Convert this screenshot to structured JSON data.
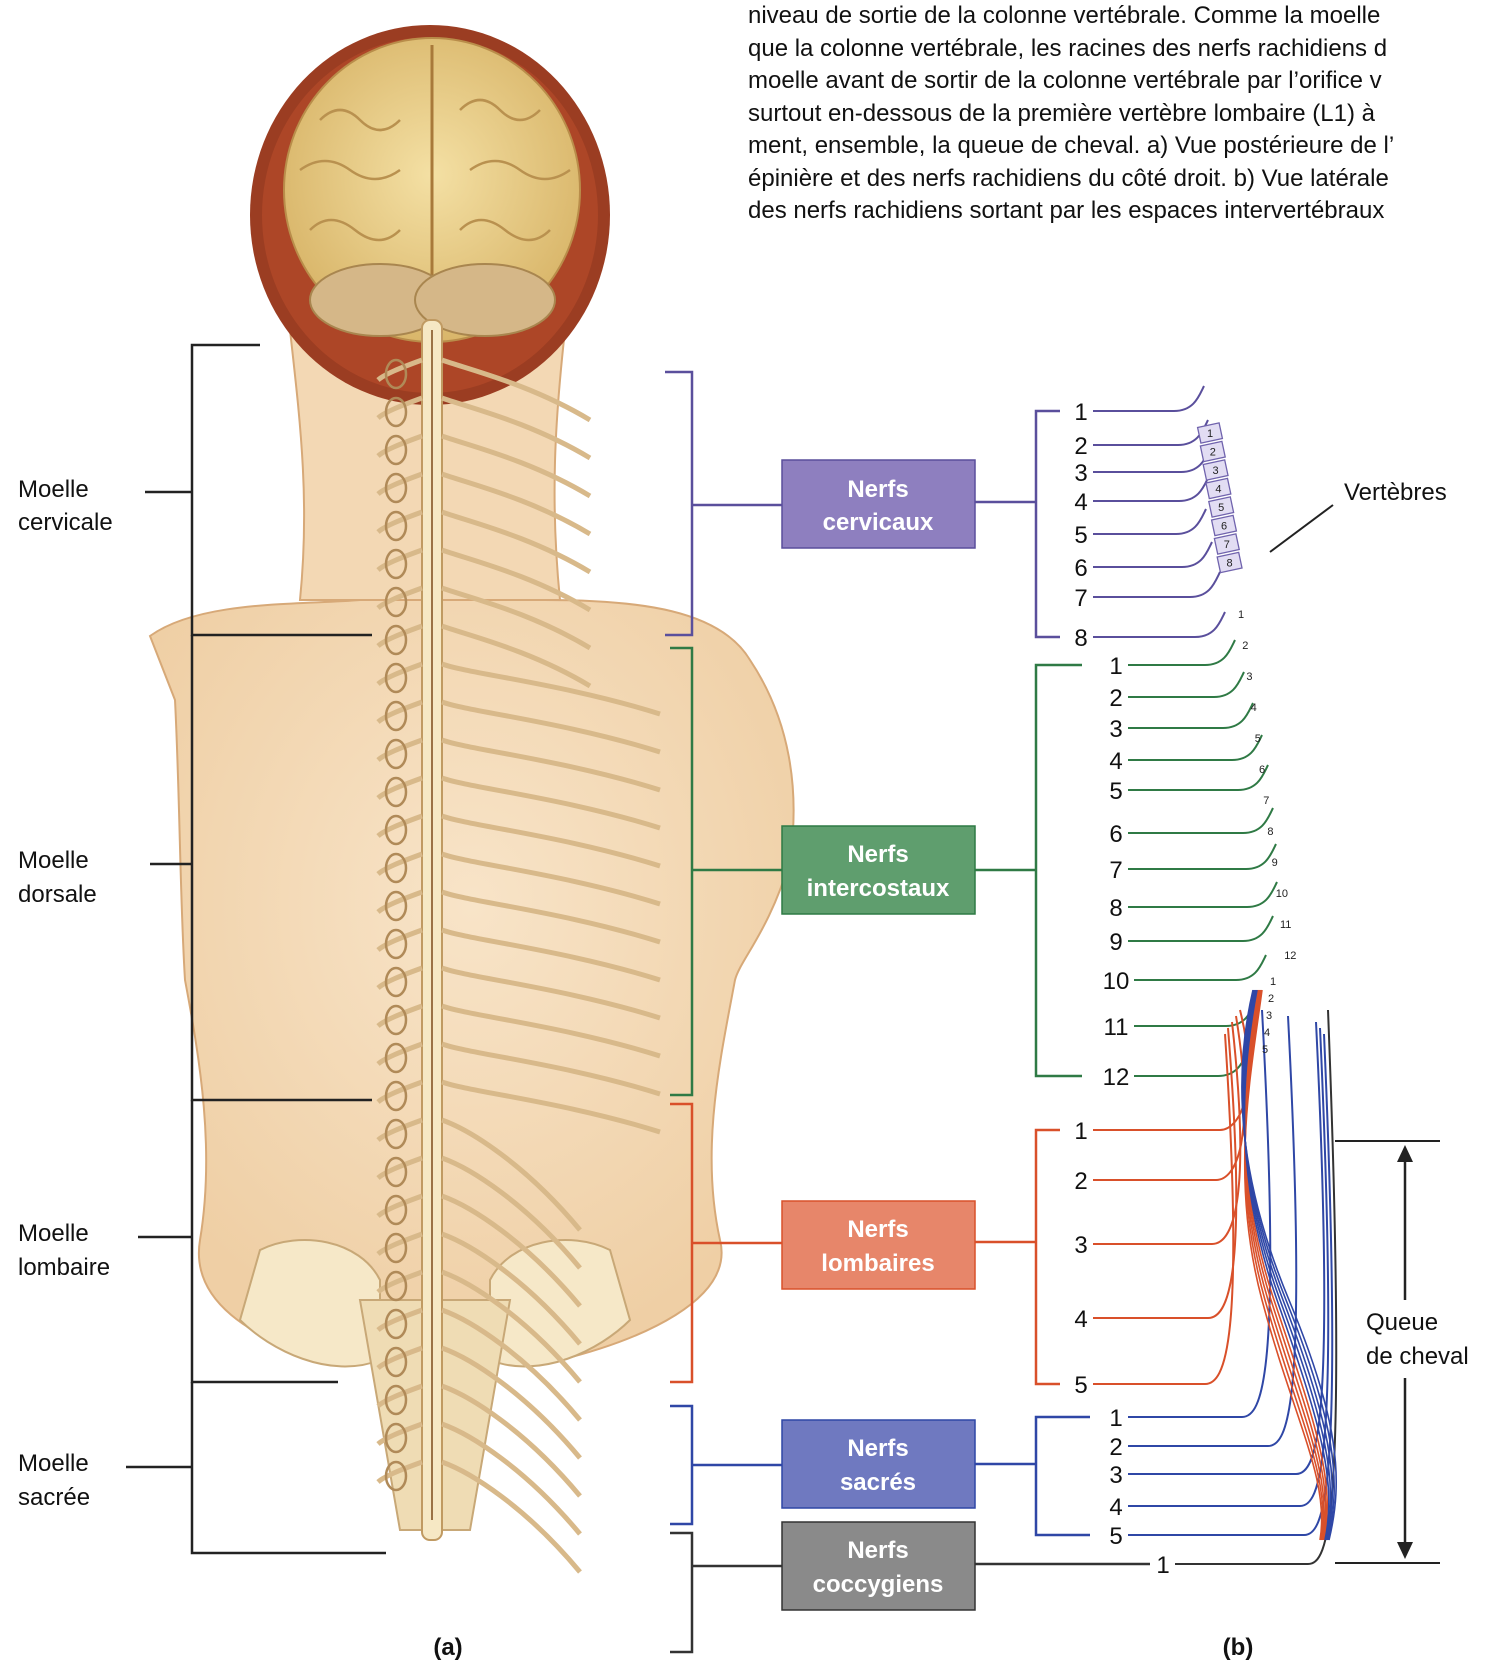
{
  "caption_lines": [
    "niveau de sortie de la colonne vertébrale. Comme la moelle",
    "que la colonne vertébrale, les racines des nerfs rachidiens d",
    "moelle avant de sortir de la colonne vertébrale par l’orifice v",
    "surtout en-dessous de la première vertèbre lombaire (L1) à",
    "ment, ensemble, la queue de cheval. a) Vue postérieure de l’",
    "épinière et des nerfs rachidiens du côté droit. b) Vue latérale",
    "des nerfs rachidiens sortant par les espaces intervertébraux"
  ],
  "cord_regions": [
    {
      "line1": "Moelle",
      "line2": "cervicale"
    },
    {
      "line1": "Moelle",
      "line2": "dorsale"
    },
    {
      "line1": "Moelle",
      "line2": "lombaire"
    },
    {
      "line1": "Moelle",
      "line2": "sacrée"
    }
  ],
  "nerve_groups": [
    {
      "line1": "Nerfs",
      "line2": "cervicaux",
      "color": "#8e7fbf",
      "line_color": "#5a4f9c",
      "numbers": [
        "1",
        "2",
        "3",
        "4",
        "5",
        "6",
        "7",
        "8"
      ]
    },
    {
      "line1": "Nerfs",
      "line2": "intercostaux",
      "color": "#5f9e6e",
      "line_color": "#2f7a45",
      "numbers": [
        "1",
        "2",
        "3",
        "4",
        "5",
        "6",
        "7",
        "8",
        "9",
        "10",
        "11",
        "12"
      ]
    },
    {
      "line1": "Nerfs",
      "line2": "lombaires",
      "color": "#e7866a",
      "line_color": "#d9502a",
      "numbers": [
        "1",
        "2",
        "3",
        "4",
        "5"
      ]
    },
    {
      "line1": "Nerfs",
      "line2": "sacrés",
      "color": "#6f79c0",
      "line_color": "#2f47a6",
      "numbers": [
        "1",
        "2",
        "3",
        "4",
        "5"
      ]
    },
    {
      "line1": "Nerfs",
      "line2": "coccygiens",
      "color": "#8a8a8a",
      "line_color": "#333333",
      "numbers": [
        "1"
      ]
    }
  ],
  "vertebrae_label": "Vertèbres",
  "cauda_label": {
    "line1": "Queue",
    "line2": "de cheval"
  },
  "panel_a_label": "(a)",
  "panel_b_label": "(b)",
  "vertebra_numbers": {
    "cervical": [
      "1",
      "2",
      "3",
      "4",
      "5",
      "6",
      "7",
      "8"
    ],
    "thoracic": [
      "1",
      "2",
      "3",
      "4",
      "5",
      "6",
      "7",
      "8",
      "9",
      "10",
      "11",
      "12"
    ],
    "lumbar": [
      "1",
      "2",
      "3",
      "4",
      "5"
    ]
  }
}
